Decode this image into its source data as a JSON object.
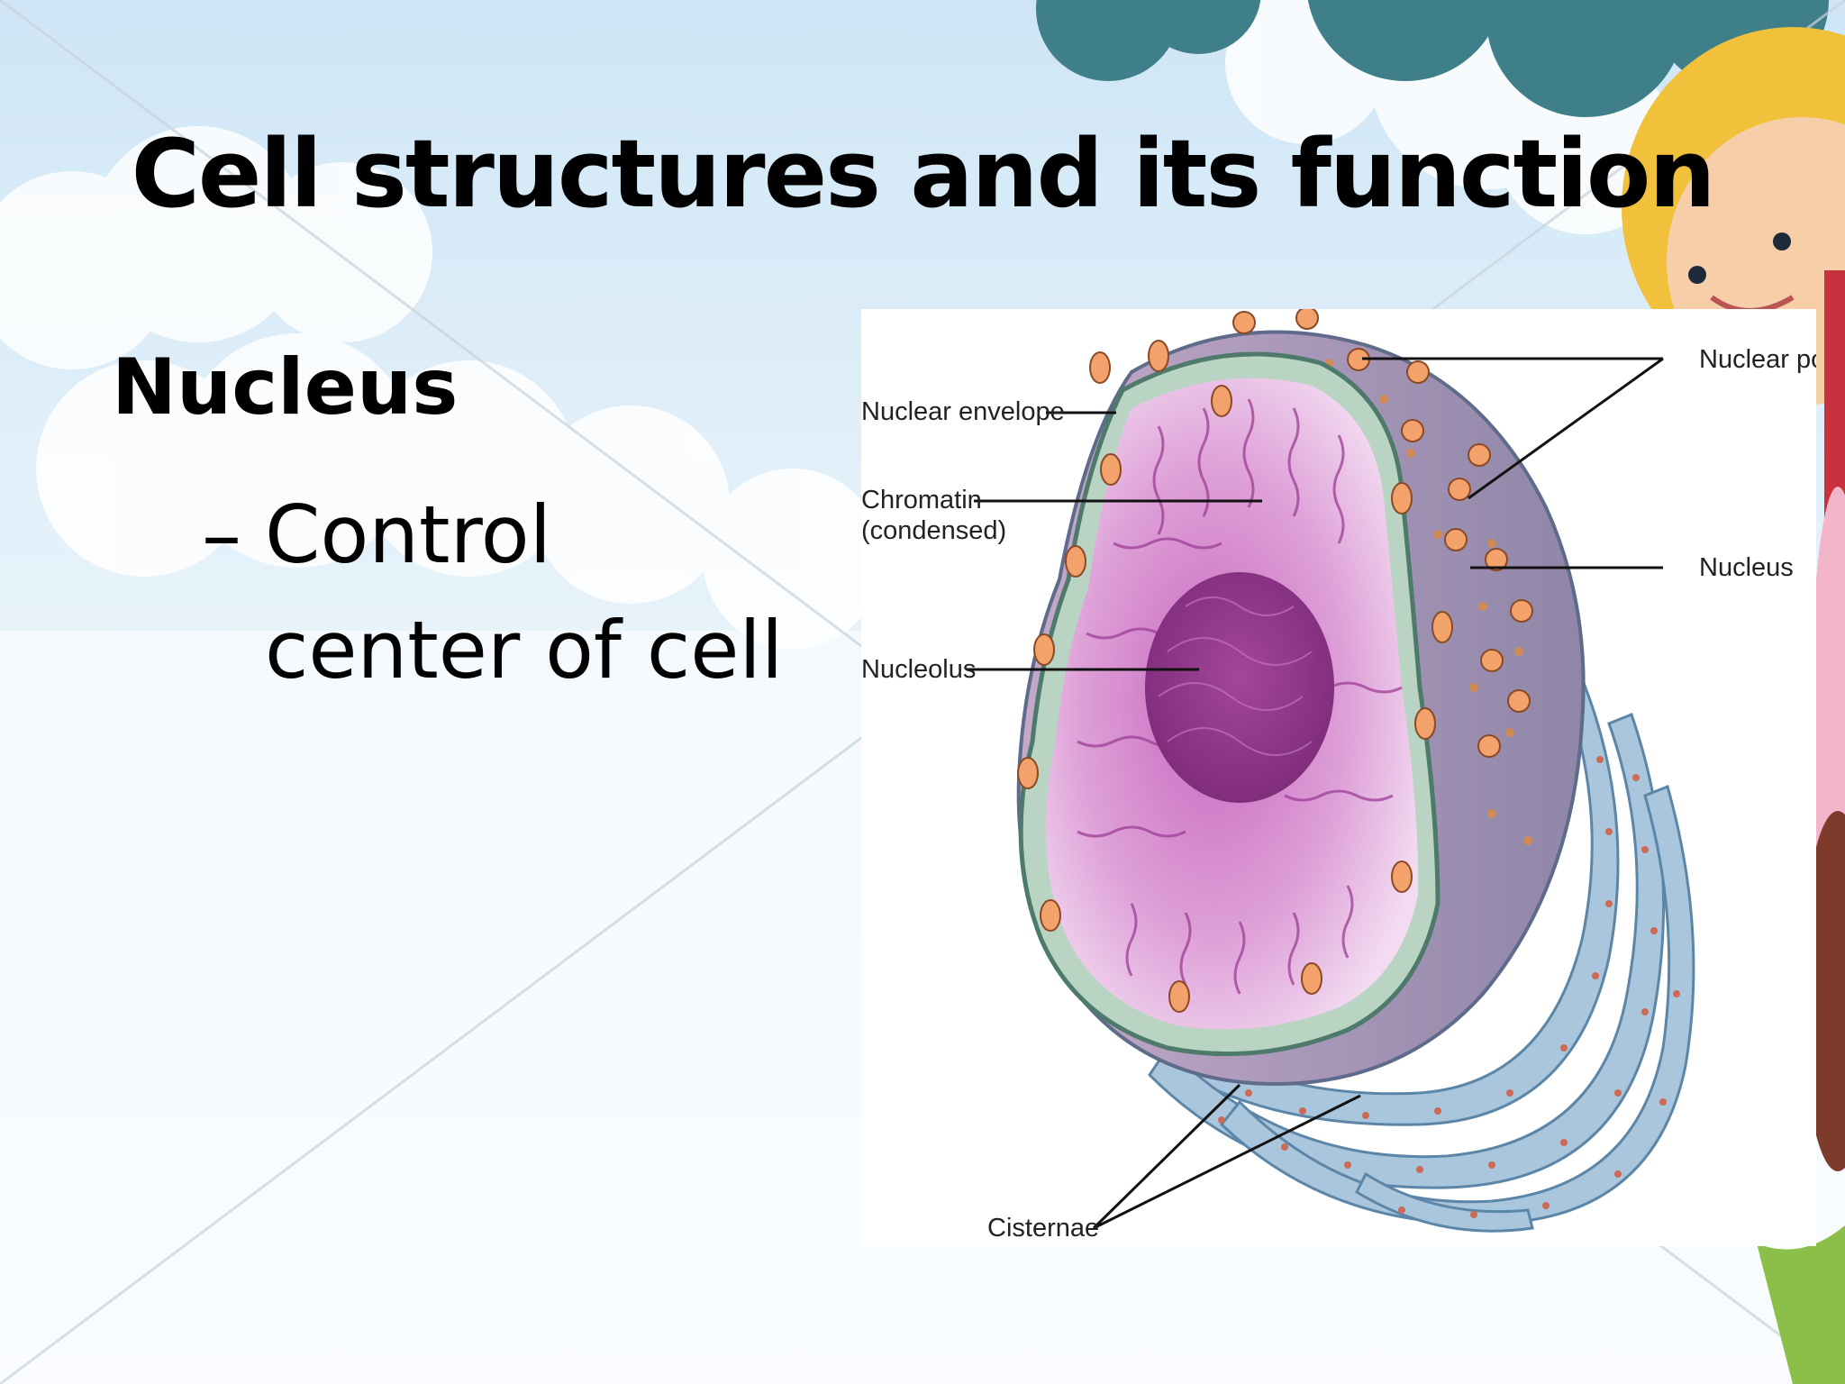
{
  "slide": {
    "title": "Cell structures and its function",
    "heading": "Nucleus",
    "bullet_dash": "–",
    "bullet_text": "Control center of cell"
  },
  "figure": {
    "labels": {
      "nuclear_pores": "Nuclear pores",
      "nuclear_envelope": "Nuclear envelope",
      "chromatin": "Chromatin",
      "condensed": "(condensed)",
      "nucleus": "Nucleus",
      "nucleolus": "Nucleolus",
      "cisternae": "Cisternae"
    }
  },
  "colors": {
    "sky": "#d9ecf8",
    "nucleoplasm": "#d98fd0",
    "nucleolus": "#9b3a94",
    "er": "#a9c6dc",
    "pore": "#f3a26b"
  }
}
